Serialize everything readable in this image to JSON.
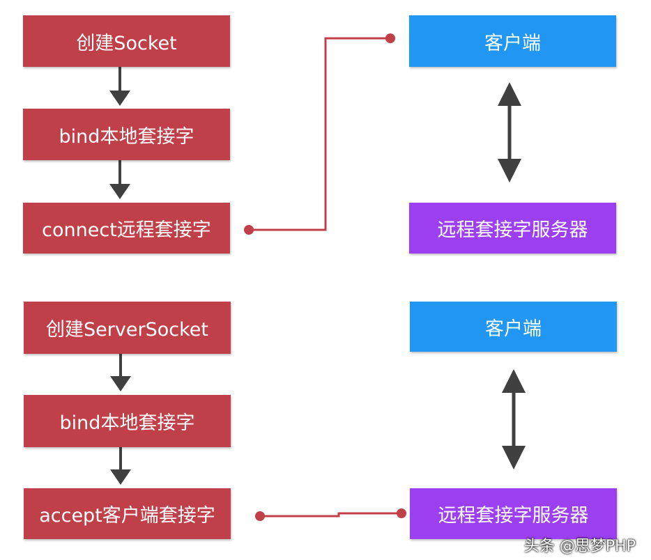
{
  "top_flow": {
    "steps": [
      "创建Socket",
      "bind本地套接字",
      "connect远程套接字"
    ],
    "client": "客户端",
    "server": "远程套接字服务器"
  },
  "bottom_flow": {
    "steps": [
      "创建ServerSocket",
      "bind本地套接字",
      "accept客户端套接字"
    ],
    "client": "客户端",
    "server": "远程套接字服务器"
  },
  "watermark": "头条 @思梦PHP",
  "colors": {
    "step": "#c0404a",
    "client": "#2196f3",
    "server": "#9c3ff0",
    "arrow": "#404040",
    "connector": "#c0404a"
  }
}
